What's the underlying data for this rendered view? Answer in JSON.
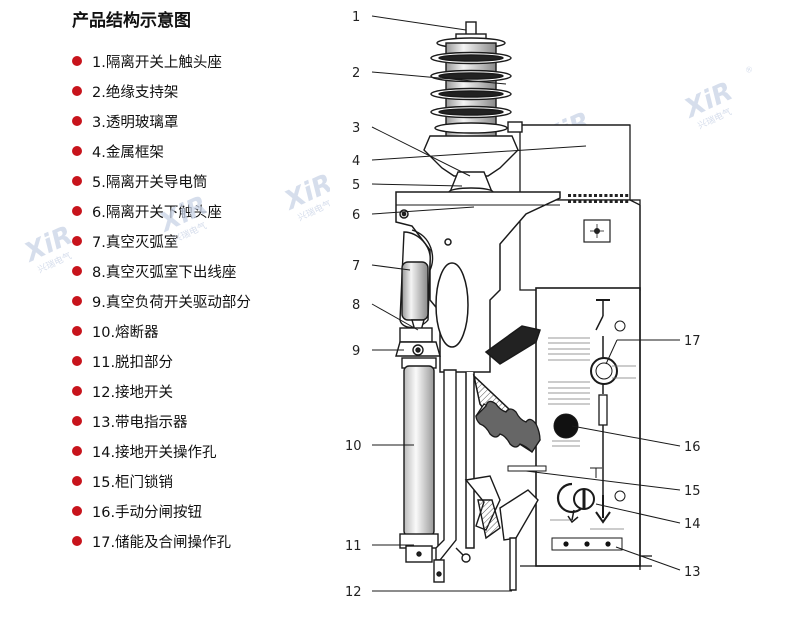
{
  "title": "产品结构示意图",
  "legend": [
    "1.隔离开关上触头座",
    "2.绝缘支持架",
    "3.透明玻璃罩",
    "4.金属框架",
    "5.隔离开关导电筒",
    "6.隔离开关下触头座",
    "7.真空灭弧室",
    "8.真空灭弧室下出线座",
    "9.真空负荷开关驱动部分",
    "10.熔断器",
    "11.脱扣部分",
    "12.接地开关",
    "13.带电指示器",
    "14.接地开关操作孔",
    "15.柜门锁销",
    "16.手动分闸按钮",
    "17.储能及合闸操作孔"
  ],
  "callouts": [
    "1",
    "2",
    "3",
    "4",
    "5",
    "6",
    "7",
    "8",
    "9",
    "10",
    "11",
    "12",
    "13",
    "14",
    "15",
    "16",
    "17"
  ],
  "watermark": {
    "logo": "XiR",
    "sub": "兴瑞电气",
    "mark": "®"
  },
  "colors": {
    "bullet": "#c8141c",
    "line": "#1a1a1a",
    "watermark": "#c9d3e6"
  }
}
